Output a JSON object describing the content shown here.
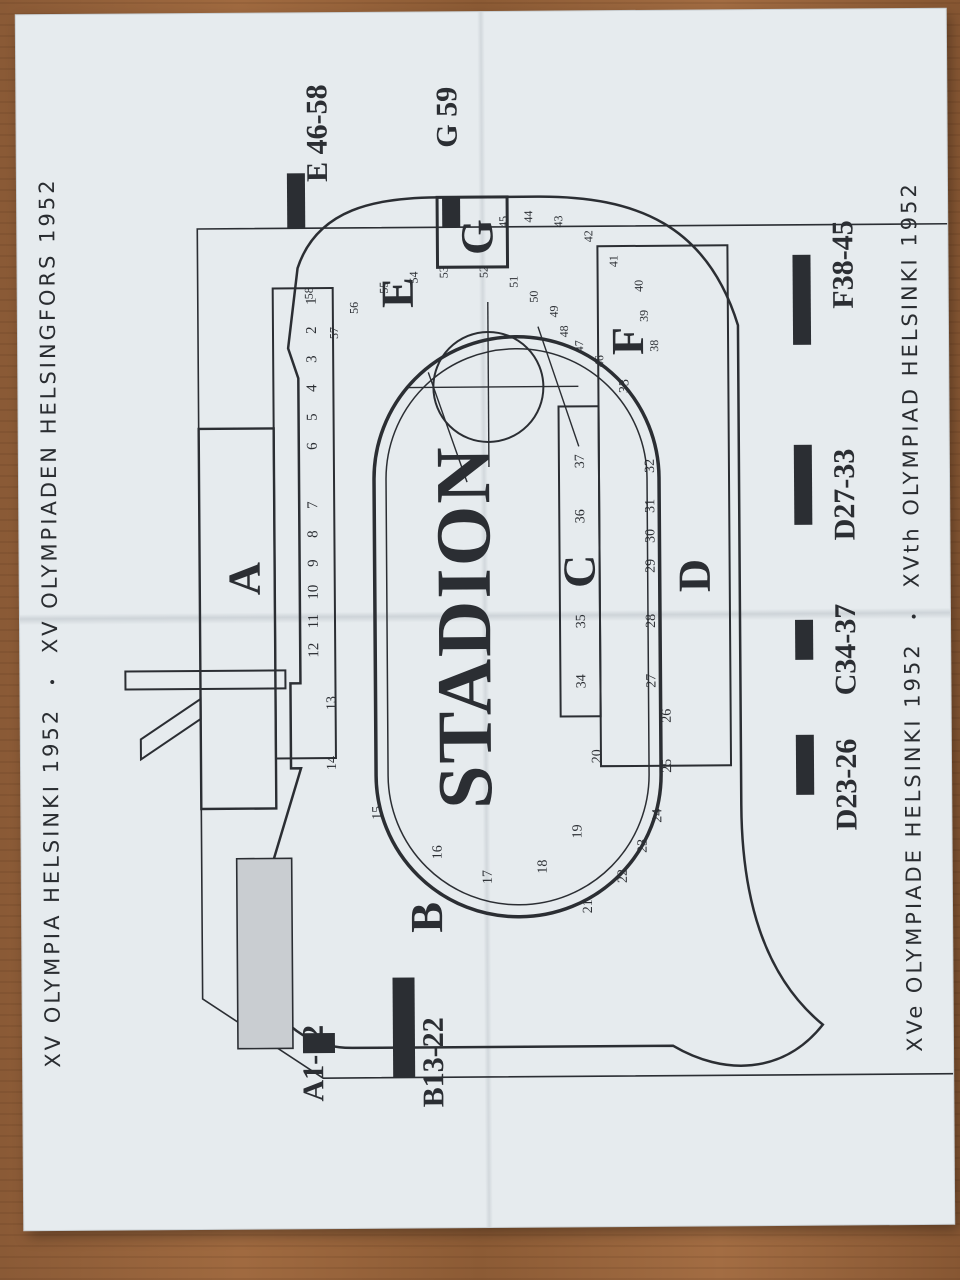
{
  "ticket": {
    "top_band": [
      "XV OLYMPIA HELSINKI 1952",
      "XV OLYMPIADEN HELSINGFORS 1952"
    ],
    "bottom_band": [
      "XVe OLYMPIADE HELSINKI 1952",
      "XVth OLYMPIAD HELSINKI 1952"
    ],
    "band_separator": "•",
    "stadium_label": "STADION",
    "sections": {
      "A": "A",
      "B": "B",
      "C": "C",
      "D": "D",
      "E": "E",
      "F": "F",
      "G": "G"
    },
    "gates": {
      "a": "A1-12",
      "b": "B13-22",
      "d1": "D23-26",
      "c": "C34-37",
      "d2": "D27-33",
      "f": "F38-45",
      "e": "E 46-58",
      "g": "G 59"
    },
    "block_numbers_a": [
      "1",
      "2",
      "3",
      "4",
      "5",
      "6",
      "7",
      "8",
      "9",
      "10",
      "11",
      "12"
    ],
    "block_numbers_curve_b": [
      "13",
      "14",
      "15",
      "16",
      "17",
      "18",
      "19",
      "20",
      "21",
      "22",
      "23",
      "24",
      "25",
      "26"
    ],
    "block_numbers_c": [
      "34",
      "35",
      "36",
      "37"
    ],
    "block_numbers_d": [
      "27",
      "28",
      "29",
      "30",
      "31",
      "32",
      "33"
    ],
    "block_numbers_f": [
      "38",
      "39",
      "40",
      "41",
      "42",
      "43",
      "44",
      "45",
      "46",
      "47",
      "48",
      "49",
      "50",
      "51",
      "52"
    ],
    "block_numbers_e": [
      "53",
      "54",
      "55",
      "56",
      "57",
      "58"
    ]
  }
}
